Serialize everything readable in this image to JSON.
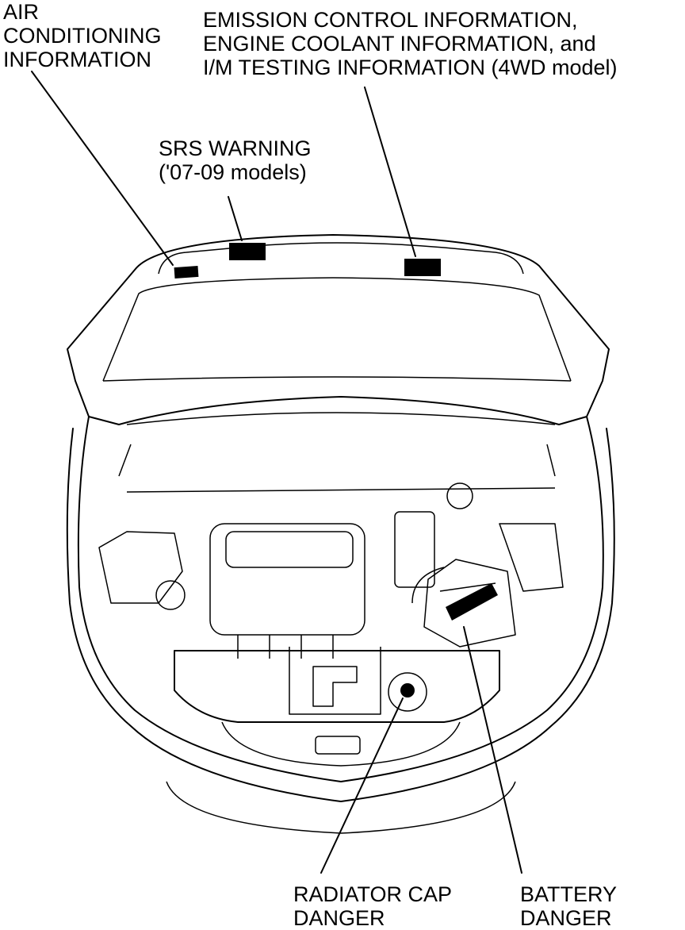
{
  "labels": {
    "air_conditioning": [
      "AIR",
      "CONDITIONING",
      "INFORMATION"
    ],
    "emission": [
      "EMISSION CONTROL INFORMATION,",
      "ENGINE COOLANT INFORMATION, and",
      "I/M TESTING INFORMATION (4WD model)"
    ],
    "srs": [
      "SRS WARNING",
      "('07-09 models)"
    ],
    "radiator": [
      "RADIATOR CAP",
      "DANGER"
    ],
    "battery": [
      "BATTERY",
      "DANGER"
    ]
  },
  "colors": {
    "line": "#000000",
    "background": "#ffffff"
  }
}
